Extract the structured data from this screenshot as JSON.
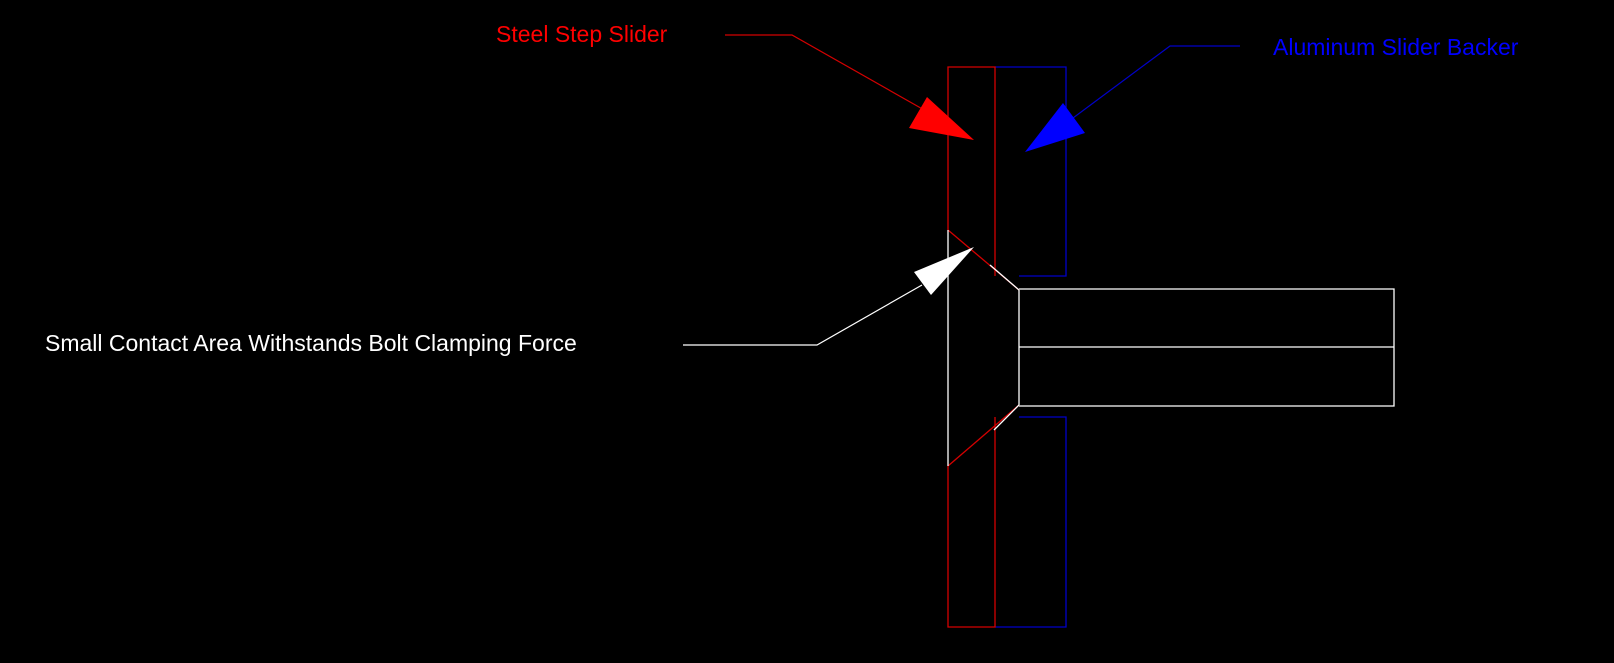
{
  "labels": {
    "steel_slider": "Steel Step Slider",
    "aluminum_backer": "Aluminum Slider Backer",
    "contact_area": "Small Contact Area Withstands Bolt Clamping Force"
  },
  "colors": {
    "background": "#000000",
    "steel": "#FF0000",
    "steel_outline": "#D40000",
    "aluminum": "#0000FF",
    "aluminum_outline": "#0000C8",
    "bolt": "#FFFFFF"
  }
}
